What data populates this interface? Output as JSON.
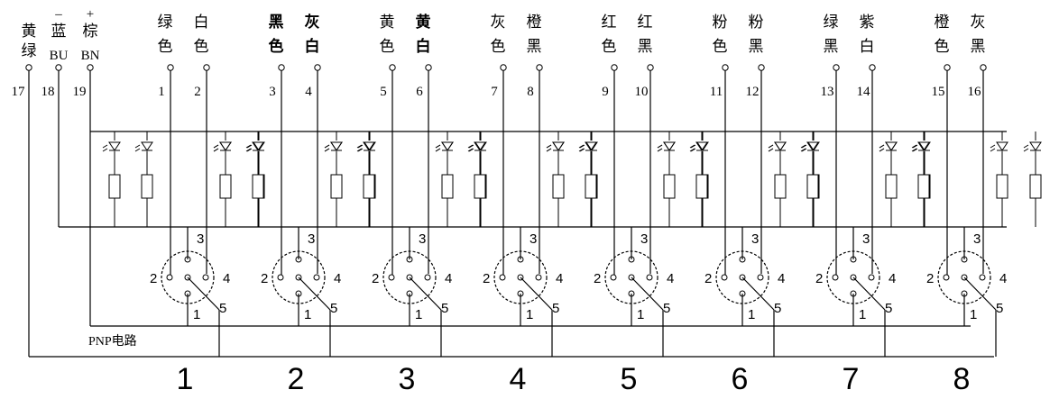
{
  "supply": [
    {
      "polarity": "",
      "line1": "黄",
      "line2": "绿",
      "terminal": "17"
    },
    {
      "polarity": "–",
      "line1": "蓝",
      "line2": "BU",
      "terminal": "18"
    },
    {
      "polarity": "+",
      "line1": "棕",
      "line2": "BN",
      "terminal": "19"
    }
  ],
  "channels": [
    {
      "number": "1",
      "signals": [
        {
          "line1": "绿",
          "line2": "色",
          "terminal": "1"
        },
        {
          "line1": "白",
          "line2": "色",
          "terminal": "2"
        }
      ]
    },
    {
      "number": "2",
      "signals": [
        {
          "line1": "黑",
          "line2": "色",
          "terminal": "3"
        },
        {
          "line1": "灰",
          "line2": "白",
          "terminal": "4"
        }
      ]
    },
    {
      "number": "3",
      "signals": [
        {
          "line1": "黄",
          "line2": "色",
          "terminal": "5"
        },
        {
          "line1": "黄",
          "line2": "白",
          "terminal": "6"
        }
      ]
    },
    {
      "number": "4",
      "signals": [
        {
          "line1": "灰",
          "line2": "色",
          "terminal": "7"
        },
        {
          "line1": "橙",
          "line2": "黑",
          "terminal": "8"
        }
      ]
    },
    {
      "number": "5",
      "signals": [
        {
          "line1": "红",
          "line2": "色",
          "terminal": "9"
        },
        {
          "line1": "红",
          "line2": "黑",
          "terminal": "10"
        }
      ]
    },
    {
      "number": "6",
      "signals": [
        {
          "line1": "粉",
          "line2": "色",
          "terminal": "11"
        },
        {
          "line1": "粉",
          "line2": "黑",
          "terminal": "12"
        }
      ]
    },
    {
      "number": "7",
      "signals": [
        {
          "line1": "绿",
          "line2": "黑",
          "terminal": "13"
        },
        {
          "line1": "紫",
          "line2": "白",
          "terminal": "14"
        }
      ]
    },
    {
      "number": "8",
      "signals": [
        {
          "line1": "橙",
          "line2": "色",
          "terminal": "15"
        },
        {
          "line1": "灰",
          "line2": "黑",
          "terminal": "16"
        }
      ]
    }
  ],
  "connector_pins": [
    "1",
    "2",
    "3",
    "4",
    "5"
  ],
  "circuit_label": "PNP电路"
}
